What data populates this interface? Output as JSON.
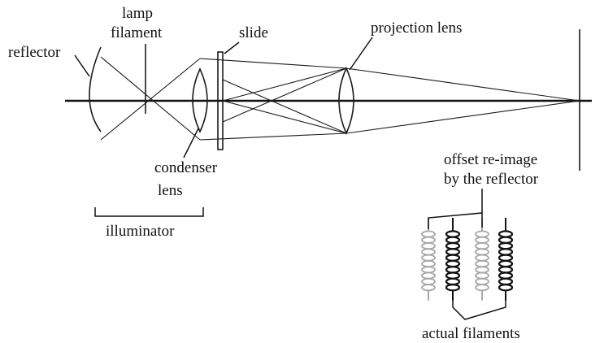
{
  "labels": {
    "reflector": "reflector",
    "lamp_line1": "lamp",
    "lamp_line2": "filament",
    "slide": "slide",
    "projection_lens": "projection lens",
    "condenser_line1": "condenser",
    "condenser_line2": "lens",
    "illuminator": "illuminator",
    "offset_line1": "offset re-image",
    "offset_line2": "by the reflector",
    "actual_filaments": "actual filaments"
  },
  "colors": {
    "ink": "#1a1a1a",
    "offset_coil": "#a8a8a8",
    "actual_coil": "#111111"
  }
}
